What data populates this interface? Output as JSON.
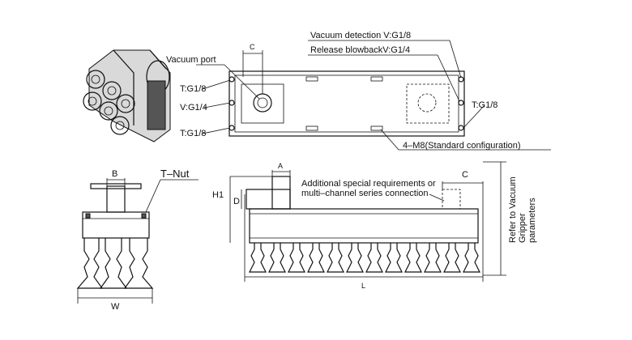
{
  "labels": {
    "vacuum_port": "Vacuum port",
    "c_top": "C",
    "t_g18_left_top": "T:G1/8",
    "v_g14": "V:G1/4",
    "t_g18_left_bottom": "T:G1/8",
    "vacuum_detection": "Vacuum detection V:G1/8",
    "release_blowback": "Release blowbackV:G1/4",
    "t_g18_right": "T:G1/8",
    "m8": "4–M8(Standard configuration)",
    "b": "B",
    "t_nut": "T–Nut",
    "w": "W",
    "h1": "H1",
    "d": "D",
    "a": "A",
    "additional_line1": "Additional special requirements or",
    "additional_line2": "multi–channel series connection",
    "c_side": "C",
    "l": "L",
    "refer_line1": "Refer to Vacuum",
    "refer_line2": "Gripper",
    "refer_line3": "parameters"
  }
}
